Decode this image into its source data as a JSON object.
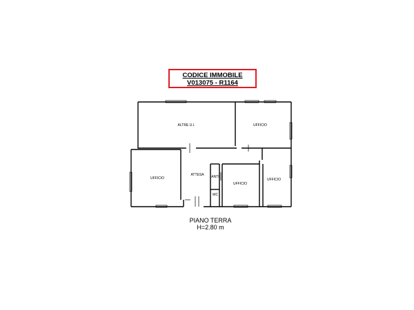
{
  "header": {
    "code_title": "CODICE IMMOBILE",
    "code_value": "V013075 - R1164"
  },
  "rooms": {
    "altre_ui": "ALTRE U.I.",
    "ufficio_top_right": "UFFICIO",
    "ufficio_left": "UFFICIO",
    "attesa": "ATTESA",
    "anti": "ANTI",
    "wc": "WC",
    "ufficio_center": "UFFICIO",
    "ufficio_right": "UFFICIO"
  },
  "caption": {
    "floor": "PIANO TERRA",
    "height": "H=2.80 m"
  },
  "colors": {
    "highlight_border": "#e01b24",
    "wall": "#000000"
  }
}
